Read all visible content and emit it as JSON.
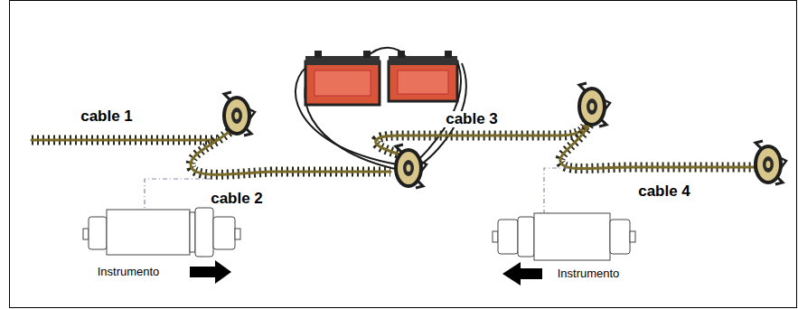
{
  "diagram": {
    "labels": [
      "cable 1",
      "cable 2",
      "cable 3",
      "cable 4",
      "Instrumento",
      "Instrumento"
    ]
  }
}
